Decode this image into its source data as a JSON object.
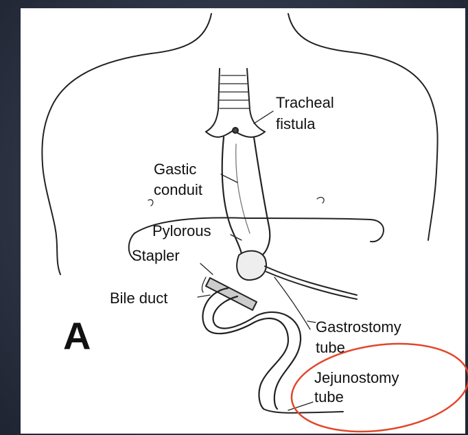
{
  "diagram": {
    "panel_letter": "A",
    "labels": {
      "tracheal_line1": "Tracheal",
      "tracheal_line2": "fistula",
      "gastic_line1": "Gastic",
      "gastic_line2": "conduit",
      "pylorous": "Pylorous",
      "stapler": "Stapler",
      "bile_duct": "Bile duct",
      "gastrostomy_line1": "Gastrostomy",
      "gastrostomy_line2": "tube",
      "jejunostomy_line1": "Jejunostomy",
      "jejunostomy_line2": "tube"
    },
    "highlight_color": "#e2462a",
    "background_color": "#2f3647"
  }
}
